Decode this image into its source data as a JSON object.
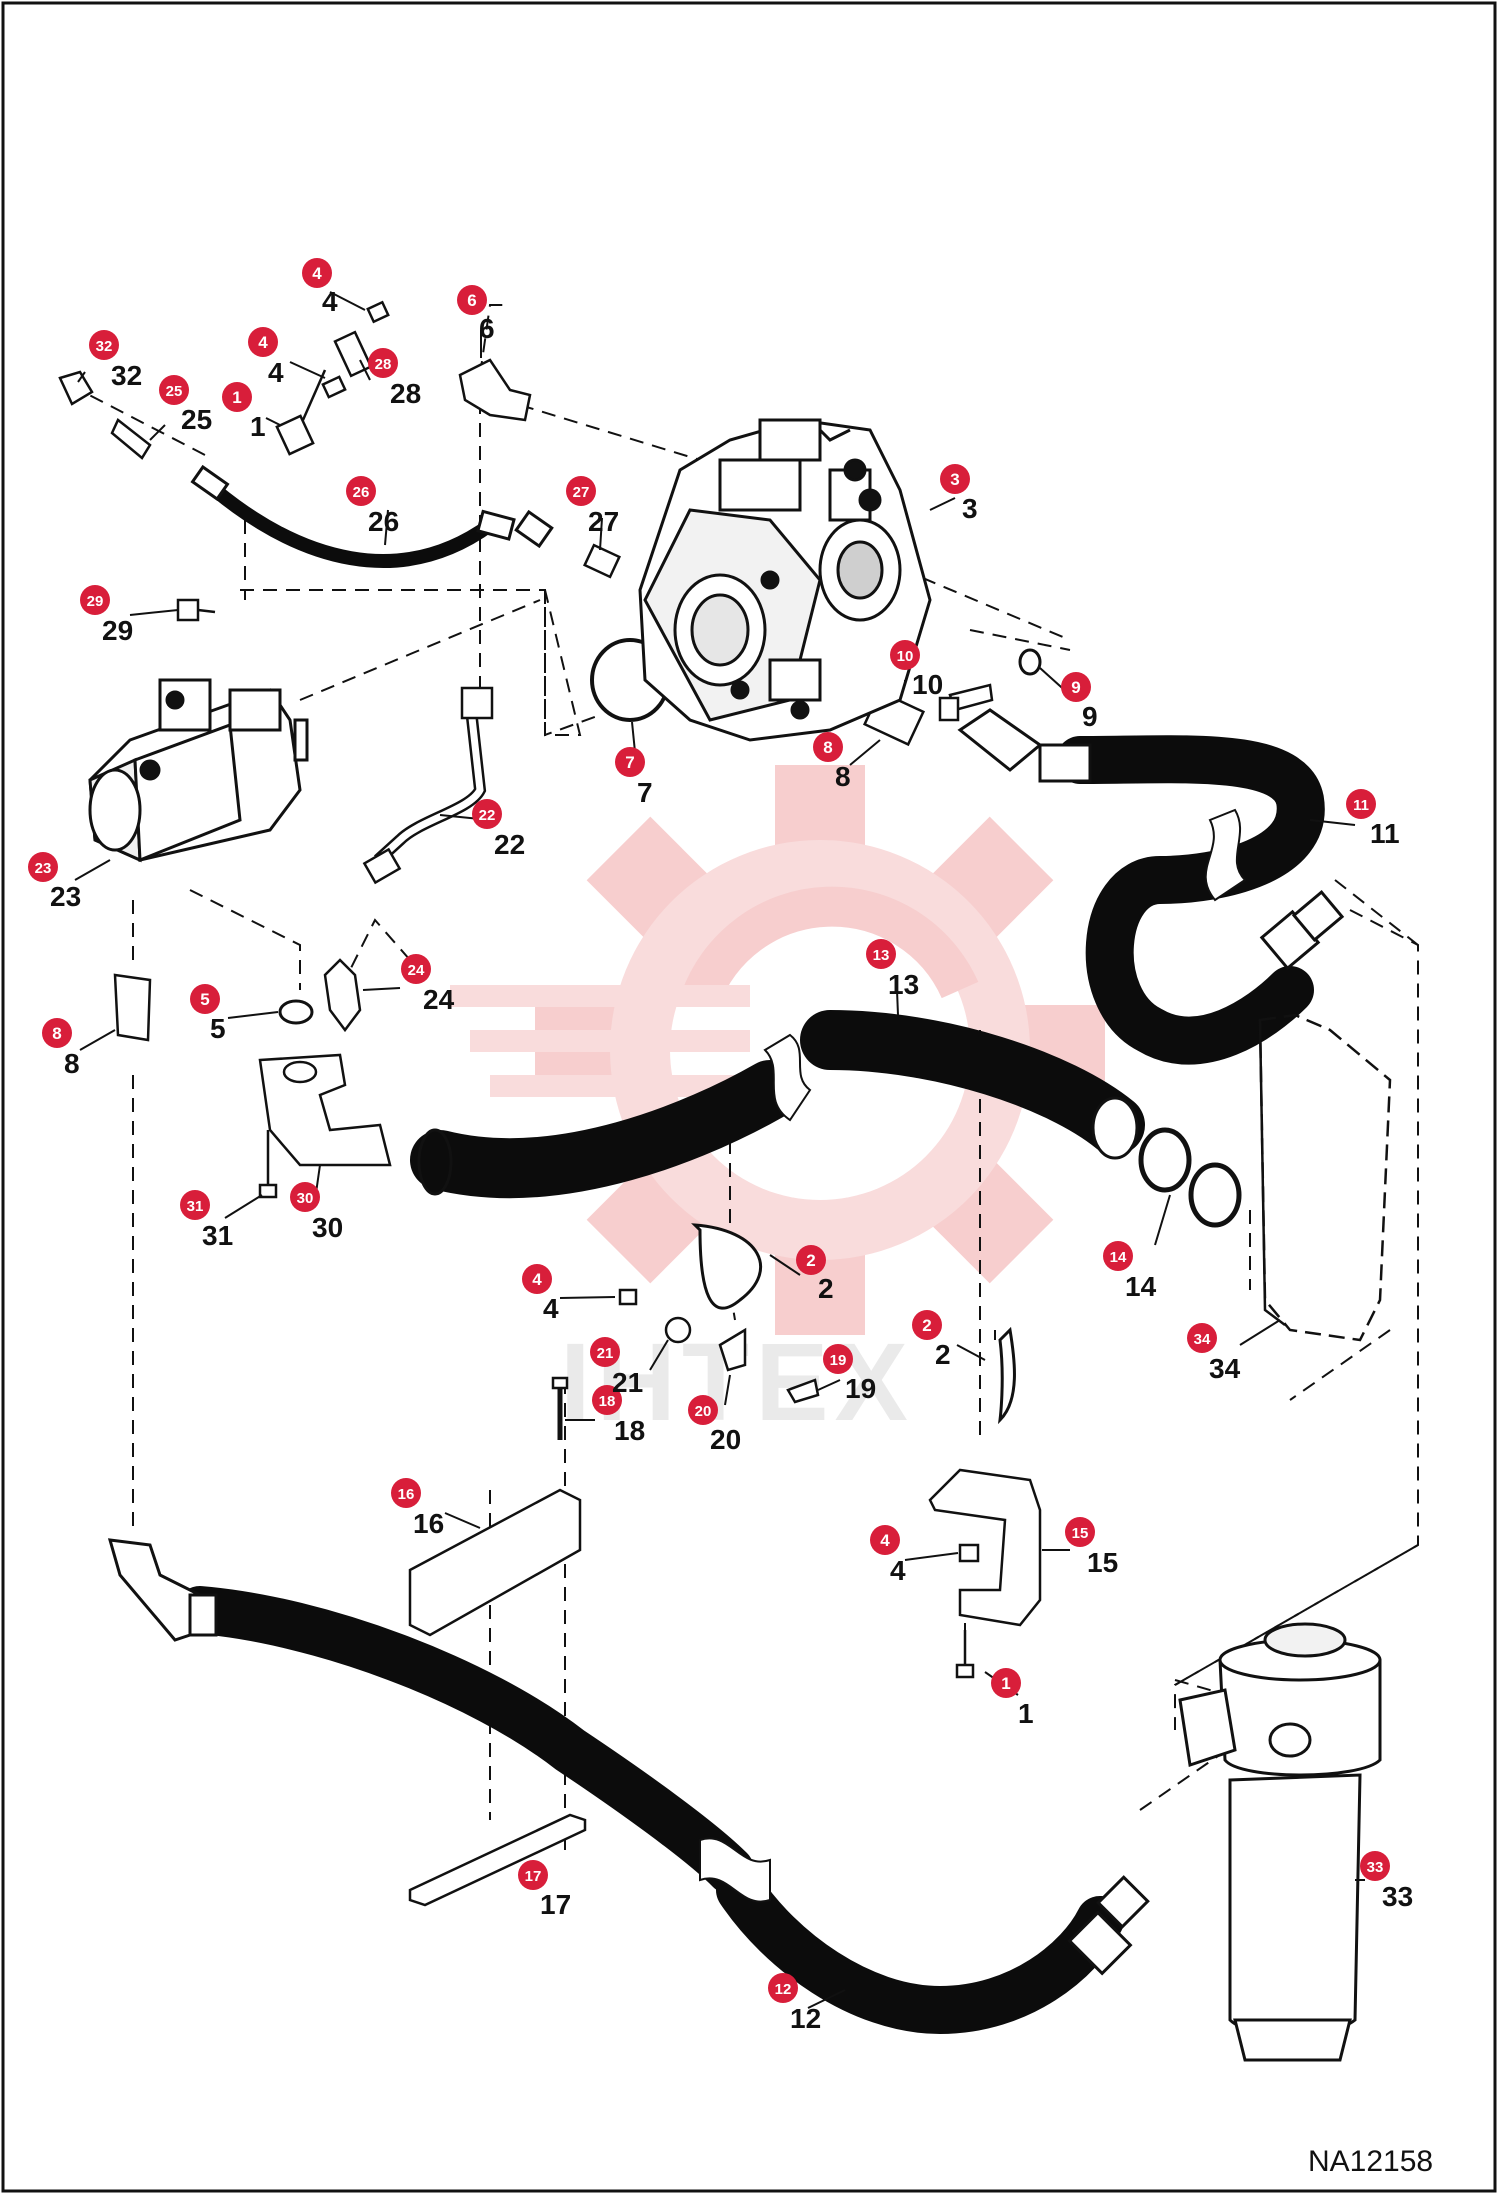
{
  "figure": {
    "id": "NA12158"
  },
  "watermark": {
    "text": "IHTEX",
    "color": "#f6c9c9"
  },
  "colors": {
    "callout": "#d81e3a",
    "line": "#111111",
    "hose": "#0c0c0c"
  },
  "callouts": [
    {
      "num": "1"
    },
    {
      "num": "1"
    },
    {
      "num": "2"
    },
    {
      "num": "2"
    },
    {
      "num": "3"
    },
    {
      "num": "4"
    },
    {
      "num": "4"
    },
    {
      "num": "4"
    },
    {
      "num": "4"
    },
    {
      "num": "5"
    },
    {
      "num": "6"
    },
    {
      "num": "7"
    },
    {
      "num": "8"
    },
    {
      "num": "8"
    },
    {
      "num": "9"
    },
    {
      "num": "10"
    },
    {
      "num": "11"
    },
    {
      "num": "12"
    },
    {
      "num": "13"
    },
    {
      "num": "14"
    },
    {
      "num": "15"
    },
    {
      "num": "16"
    },
    {
      "num": "17"
    },
    {
      "num": "18"
    },
    {
      "num": "19"
    },
    {
      "num": "20"
    },
    {
      "num": "21"
    },
    {
      "num": "22"
    },
    {
      "num": "23"
    },
    {
      "num": "24"
    },
    {
      "num": "25"
    },
    {
      "num": "26"
    },
    {
      "num": "27"
    },
    {
      "num": "28"
    },
    {
      "num": "29"
    },
    {
      "num": "30"
    },
    {
      "num": "31"
    },
    {
      "num": "32"
    },
    {
      "num": "33"
    },
    {
      "num": "34"
    }
  ]
}
